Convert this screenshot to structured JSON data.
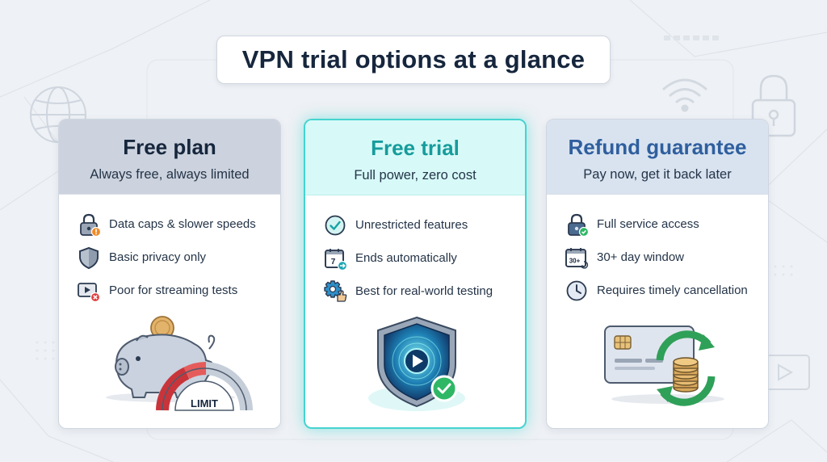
{
  "title": "VPN trial options at a glance",
  "colors": {
    "free_head": "#ccd3de",
    "trial_head": "#d7faf8",
    "trial_accent": "#169c9c",
    "trial_glow": "#46d3cf",
    "refund_head": "#d9e3f0",
    "refund_accent": "#2f5f9e",
    "warning": "#f08a24",
    "error": "#e23b3b",
    "success": "#2fb765"
  },
  "cards": [
    {
      "id": "free-plan",
      "title": "Free plan",
      "subtitle": "Always free, always limited",
      "features": [
        {
          "icon": "padlock-warning-icon",
          "text": "Data caps & slower speeds"
        },
        {
          "icon": "shield-icon",
          "text": "Basic privacy only"
        },
        {
          "icon": "video-blocked-icon",
          "text": "Poor for streaming tests"
        }
      ],
      "illustration": {
        "icon": "piggy-bank-gauge-icon",
        "label": "LIMIT"
      }
    },
    {
      "id": "free-trial",
      "title": "Free trial",
      "subtitle": "Full power, zero cost",
      "features": [
        {
          "icon": "check-circle-icon",
          "text": "Unrestricted features"
        },
        {
          "icon": "calendar-arrow-icon",
          "text": "Ends automatically",
          "calendar_day": "7"
        },
        {
          "icon": "gear-thumbs-up-icon",
          "text": "Best for real-world testing"
        }
      ],
      "illustration": {
        "icon": "shield-play-check-icon"
      }
    },
    {
      "id": "refund-guarantee",
      "title": "Refund guarantee",
      "subtitle": "Pay now, get it back later",
      "features": [
        {
          "icon": "padlock-check-icon",
          "text": "Full service access"
        },
        {
          "icon": "calendar-30-icon",
          "text": "30+ day window",
          "calendar_day": "30+"
        },
        {
          "icon": "clock-icon",
          "text": "Requires timely cancellation"
        }
      ],
      "illustration": {
        "icon": "credit-card-coins-refund-icon"
      }
    }
  ]
}
